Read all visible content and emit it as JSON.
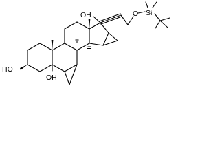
{
  "molecule": {
    "labels": {
      "ho_3": "HO",
      "oh_5": "OH",
      "oh_17": "OH",
      "o_ether": "O",
      "si": "Si"
    }
  }
}
